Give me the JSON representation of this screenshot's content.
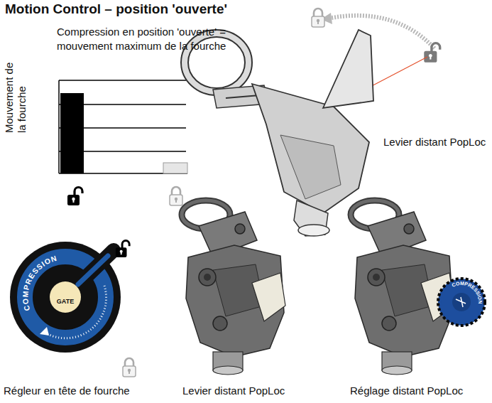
{
  "diagram": {
    "title": "Motion Control – position 'ouverte'",
    "labels": [
      "Compression en position 'ouverte' = mouvement maximum de la fourche",
      "Mouvement de la fourche",
      "Levier distant PopLoc",
      "COMPRESSION",
      "GATE",
      "COMPRESSION",
      "Régleur en tête de fourche",
      "Levier distant PopLoc",
      "Réglage distant PopLoc"
    ]
  }
}
